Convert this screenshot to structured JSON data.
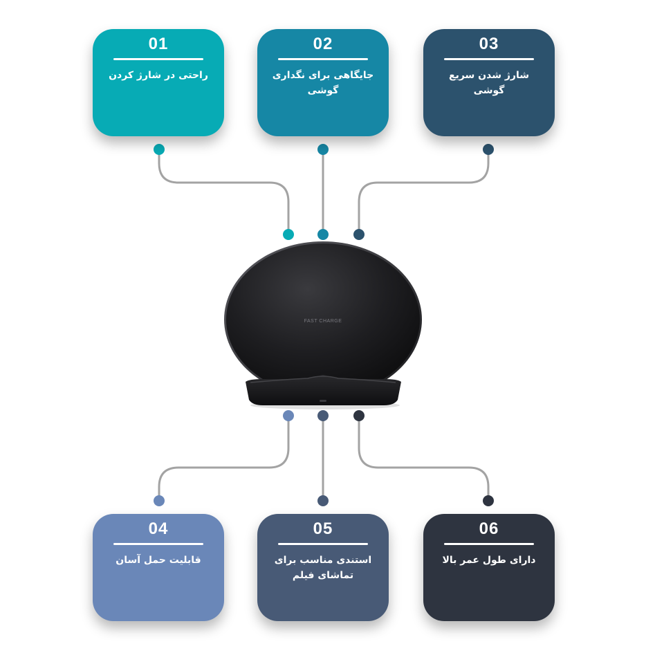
{
  "cards": [
    {
      "number": "01",
      "text": "راحتی در شارژ کردن",
      "color": "#07abb5"
    },
    {
      "number": "02",
      "text": "جایگاهی برای نگداری گوشی",
      "color": "#1687a5"
    },
    {
      "number": "03",
      "text": "شارژ شدن سریع گوشی",
      "color": "#2c526d"
    },
    {
      "number": "04",
      "text": "قابلیت حمل آسان",
      "color": "#6a87b8"
    },
    {
      "number": "05",
      "text": "استندی مناسب برای تماشای فیلم",
      "color": "#485a76"
    },
    {
      "number": "06",
      "text": "دارای طول عمر بالا",
      "color": "#2e3440"
    }
  ],
  "product": {
    "name": "wireless-charger-stand",
    "label": "FAST CHARGE"
  },
  "connector_color": "#a3a3a3"
}
